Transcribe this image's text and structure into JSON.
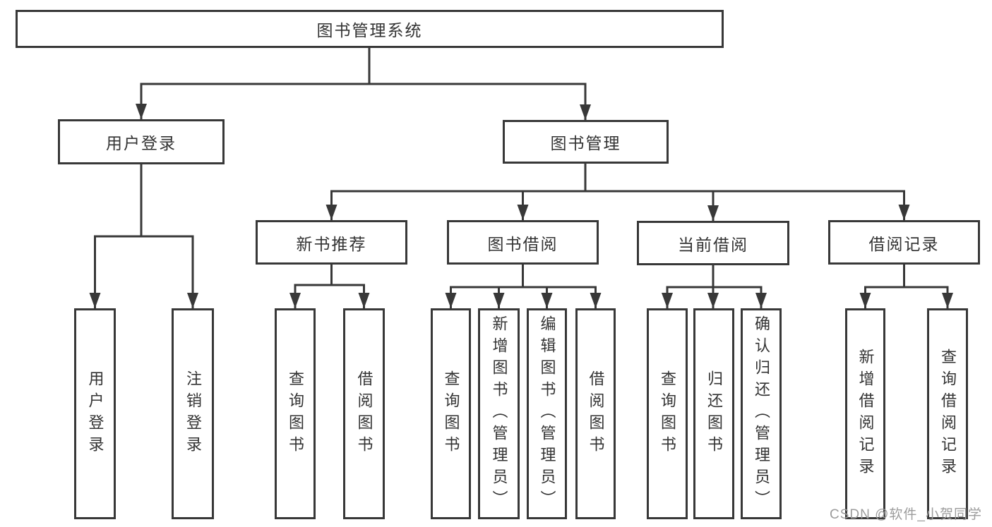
{
  "diagram": {
    "title": "图书管理系统",
    "root": {
      "label": "图书管理系统"
    },
    "level2": [
      {
        "label": "用户登录"
      },
      {
        "label": "图书管理"
      }
    ],
    "level3": [
      {
        "label": "新书推荐",
        "parent": "图书管理"
      },
      {
        "label": "图书借阅",
        "parent": "图书管理"
      },
      {
        "label": "当前借阅",
        "parent": "图书管理"
      },
      {
        "label": "借阅记录",
        "parent": "图书管理"
      }
    ],
    "leaves": [
      {
        "label": "用户登录",
        "parent": "用户登录"
      },
      {
        "label": "注销登录",
        "parent": "用户登录"
      },
      {
        "label": "查询图书",
        "parent": "新书推荐"
      },
      {
        "label": "借阅图书",
        "parent": "新书推荐"
      },
      {
        "label": "查询图书",
        "parent": "图书借阅"
      },
      {
        "label": "新增图书（管理员）",
        "parent": "图书借阅"
      },
      {
        "label": "编辑图书（管理员）",
        "parent": "图书借阅"
      },
      {
        "label": "借阅图书",
        "parent": "图书借阅"
      },
      {
        "label": "查询图书",
        "parent": "当前借阅"
      },
      {
        "label": "归还图书",
        "parent": "当前借阅"
      },
      {
        "label": "确认归还（管理员）",
        "parent": "当前借阅"
      },
      {
        "label": "新增借阅记录",
        "parent": "借阅记录"
      },
      {
        "label": "查询借阅记录",
        "parent": "借阅记录"
      }
    ],
    "colors": {
      "line": "#383838",
      "text": "#333333",
      "watermark_text": "#9c9c9c",
      "background": "#ffffff"
    },
    "watermark": {
      "text": "CSDN @软件_小贺同学"
    }
  }
}
